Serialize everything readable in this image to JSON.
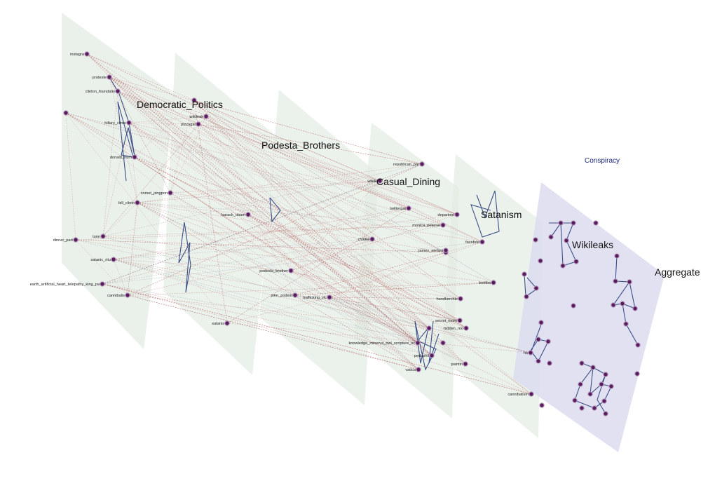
{
  "colors": {
    "layer_fill": "#e3ebe3",
    "aggregate_fill": "#dcdcf0",
    "node_fill": "#5a1a5e",
    "intra_edge": "#3b4f86",
    "inter_edge": "#b35b5b"
  },
  "labels": {
    "conspiracy": "Conspiracy",
    "aggregate": "Aggregate"
  },
  "layers": [
    {
      "title": "Democratic_Politics"
    },
    {
      "title": "Podesta_Brothers"
    },
    {
      "title": "Casual_Dining"
    },
    {
      "title": "Satanism"
    },
    {
      "title": "Wikileaks"
    }
  ],
  "nodes": [
    {
      "label": "instagra"
    },
    {
      "label": "proteste"
    },
    {
      "label": "clinton_foundatio"
    },
    {
      "label": "hillary_clinto"
    },
    {
      "label": "donald_trum"
    },
    {
      "label": "bill_clinto"
    },
    {
      "label": "dinner_part"
    },
    {
      "label": "tunn"
    },
    {
      "label": "satanic_ritu"
    },
    {
      "label": "earth_artificial_heart_telepathy_king_pa"
    },
    {
      "label": "cannibalis"
    },
    {
      "label": "wikileak"
    },
    {
      "label": "pizzagat"
    },
    {
      "label": "comet_pingpon"
    },
    {
      "label": "barack_obam"
    },
    {
      "label": "podesta_brother"
    },
    {
      "label": "john_podest"
    },
    {
      "label": "trafficking_vic"
    },
    {
      "label": "satanis"
    },
    {
      "label": "republican_par"
    },
    {
      "label": "wikile"
    },
    {
      "label": "twittergat"
    },
    {
      "label": "monica_peterse"
    },
    {
      "label": "childre"
    },
    {
      "label": "james_alefant"
    },
    {
      "label": "knowledge_minerva_owl_scripture_sc"
    },
    {
      "label": "pedophil"
    },
    {
      "label": "vatica"
    },
    {
      "label": "departme"
    },
    {
      "label": "faceboo"
    },
    {
      "label": "breitba"
    },
    {
      "label": "handkerchie"
    },
    {
      "label": "secret_room"
    },
    {
      "label": "hidden_roo"
    },
    {
      "label": "paintin"
    },
    {
      "label": "cannibalism"
    },
    {
      "label": "ha"
    }
  ]
}
